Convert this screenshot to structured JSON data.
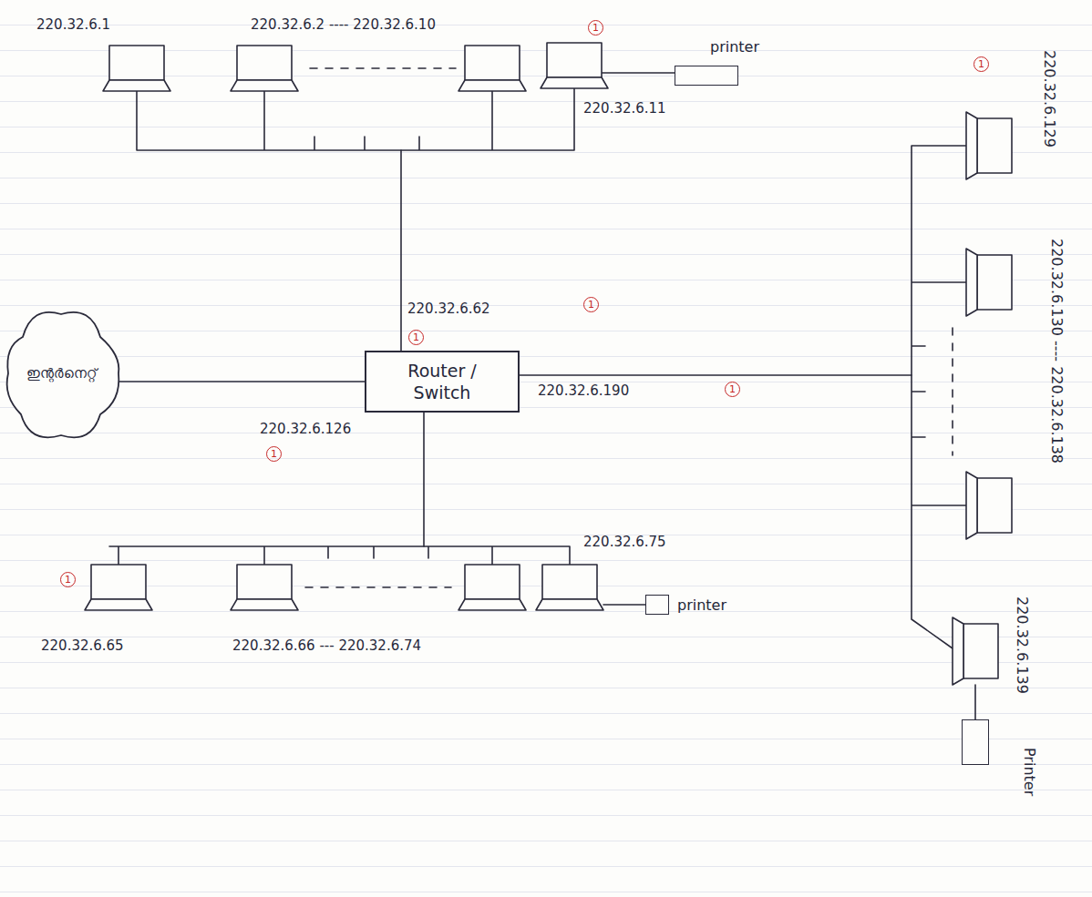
{
  "diagram": {
    "nodes": [
      {
        "text": [
          "ഇന്റർനെറ്റ്"
        ]
      },
      {
        "text": [
          "Router / Switch"
        ]
      },
      {
        "text": [
          "printer"
        ]
      },
      {
        "text": [
          "printer"
        ]
      },
      {
        "text": [
          "Printer"
        ]
      }
    ],
    "edges": [
      {
        "from": 0,
        "to": 1,
        "arrow": "none"
      }
    ],
    "labels": [
      "220.32.6.1",
      "220.32.6.2 ---- 220.32.6.10",
      "1",
      "220.32.6.11",
      "220.32.6.62",
      "1",
      "1",
      "220.32.6.190",
      "1",
      "220.32.6.126",
      "1",
      "1",
      "220.32.6.129",
      "220.32.6.130 ---- 220.32.6.138",
      "220.32.6.139",
      "1",
      "220.32.6.65",
      "220.32.6.66 --- 220.32.6.74",
      "220.32.6.75"
    ]
  }
}
